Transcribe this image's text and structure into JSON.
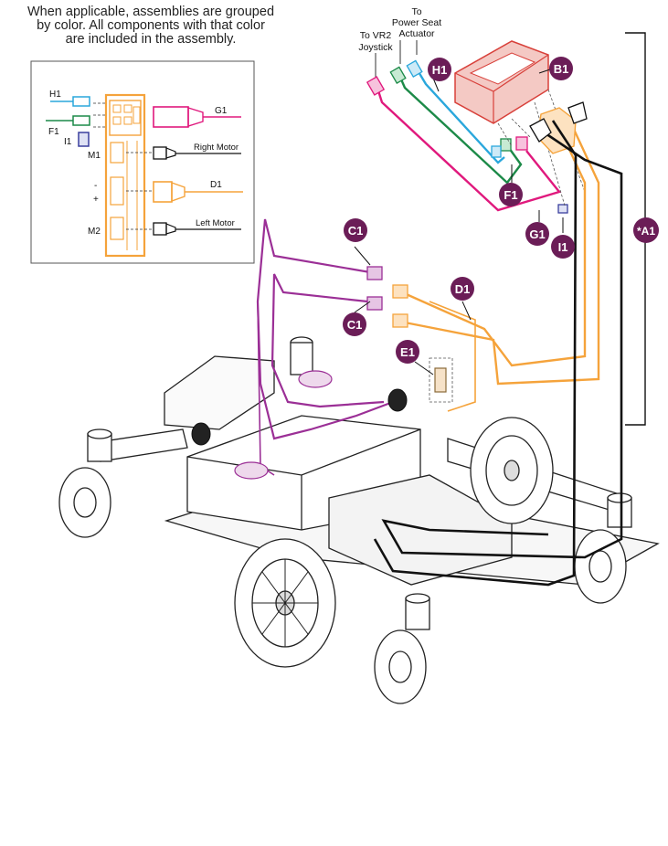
{
  "caption": "When applicable, assemblies are grouped\nby color. All components with that color\nare included in the assembly.",
  "colors": {
    "callout": "#6b1d57",
    "magenta": "#e0197d",
    "green": "#1c8a48",
    "cyan": "#2aa7dc",
    "orange": "#f5a33b",
    "purple": "#9b2f96",
    "blue": "#3a3f9e",
    "red": "#d8403a",
    "black": "#111111"
  },
  "inset": {
    "left_labels": [
      "H1",
      "F1",
      "I1"
    ],
    "motor_labels": [
      "M1",
      "M2"
    ],
    "polarity": [
      "-",
      "+"
    ],
    "right_labels": [
      "G1",
      "Right Motor",
      "D1",
      "Left Motor"
    ]
  },
  "cable_labels": {
    "vr2": "To VR2\nJoystick",
    "seat": "To\nPower Seat\nActuator"
  },
  "callouts": [
    "B1",
    "H1",
    "F1",
    "G1",
    "I1",
    "*A1",
    "C1",
    "C1",
    "D1",
    "E1"
  ],
  "icons": [
    "wheelchair-base-drawing",
    "controller-module",
    "battery",
    "drive-wheel",
    "caster-wheel",
    "connector"
  ]
}
